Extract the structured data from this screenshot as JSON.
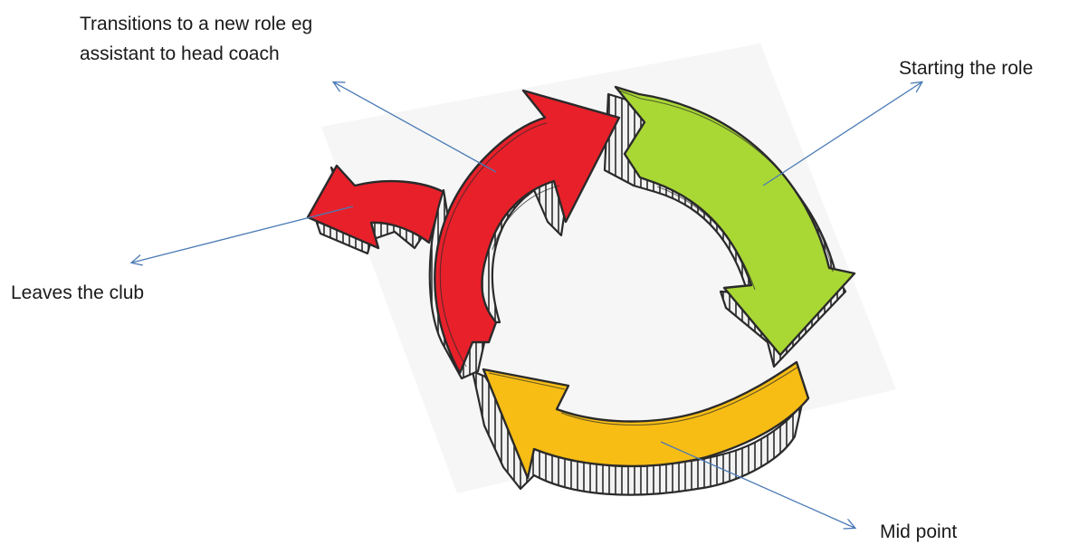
{
  "labels": {
    "transition": {
      "line1": "Transitions to a new role eg",
      "line2": "assistant to head coach"
    },
    "starting": "Starting the role",
    "leaves": "Leaves the club",
    "mid": "Mid point"
  },
  "colors": {
    "red_arrow": "#e8202a",
    "green_arrow": "#a9d834",
    "yellow_arrow": "#f7bd14",
    "outline": "#2a2a2a",
    "hatch_side": "#f2f2f2",
    "pointer": "#4a7ab5",
    "card": "#f6f6f6"
  },
  "icons": [
    "arrow-head"
  ]
}
